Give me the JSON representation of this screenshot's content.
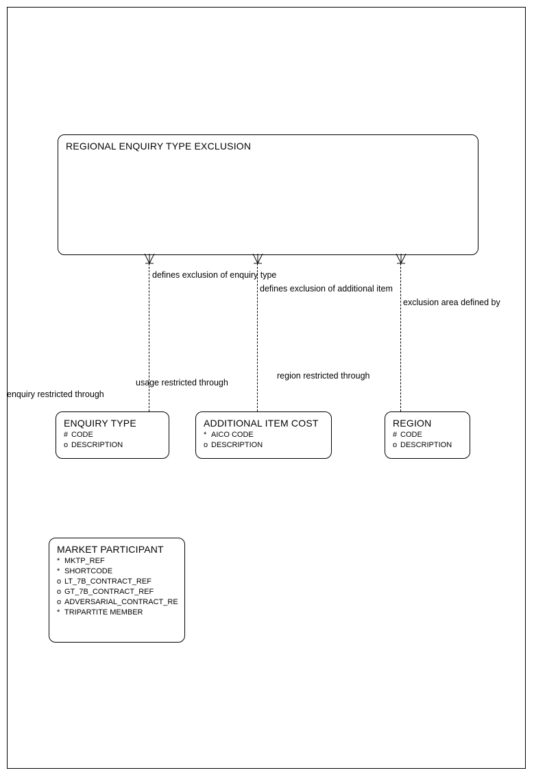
{
  "diagram": {
    "type": "entity-relationship-diagram",
    "page_border": true
  },
  "entities": [
    {
      "id": "regional-enquiry-type-exclusion",
      "title": "REGIONAL ENQUIRY TYPE EXCLUSION",
      "attributes": []
    },
    {
      "id": "enquiry-type",
      "title": "ENQUIRY TYPE",
      "attributes": [
        {
          "mark": "#",
          "name": "CODE"
        },
        {
          "mark": "o",
          "name": "DESCRIPTION"
        }
      ]
    },
    {
      "id": "additional-item-cost",
      "title": "ADDITIONAL ITEM COST",
      "attributes": [
        {
          "mark": "*",
          "name": "AICO CODE"
        },
        {
          "mark": "o",
          "name": "DESCRIPTION"
        }
      ]
    },
    {
      "id": "region",
      "title": "REGION",
      "attributes": [
        {
          "mark": "#",
          "name": "CODE"
        },
        {
          "mark": "o",
          "name": "DESCRIPTION"
        }
      ]
    },
    {
      "id": "market-participant",
      "title": "MARKET PARTICIPANT",
      "attributes": [
        {
          "mark": "*",
          "name": "MKTP_REF"
        },
        {
          "mark": "*",
          "name": "SHORTCODE"
        },
        {
          "mark": "o",
          "name": "LT_7B_CONTRACT_REF"
        },
        {
          "mark": "o",
          "name": "GT_7B_CONTRACT_REF"
        },
        {
          "mark": "o",
          "name": "ADVERSARIAL_CONTRACT_RE"
        },
        {
          "mark": "*",
          "name": "TRIPARTITE MEMBER"
        }
      ]
    }
  ],
  "relationships": [
    {
      "id": "rel-1-top",
      "label": "defines exclusion of enquiry type"
    },
    {
      "id": "rel-2-top",
      "label": "defines exclusion of additional item"
    },
    {
      "id": "rel-3-top",
      "label": "exclusion area defined by"
    },
    {
      "id": "rel-1-bottom",
      "label": "enquiry restricted through"
    },
    {
      "id": "rel-2-bottom",
      "label": "usage restricted through"
    },
    {
      "id": "rel-3-bottom",
      "label": "region restricted through"
    }
  ]
}
